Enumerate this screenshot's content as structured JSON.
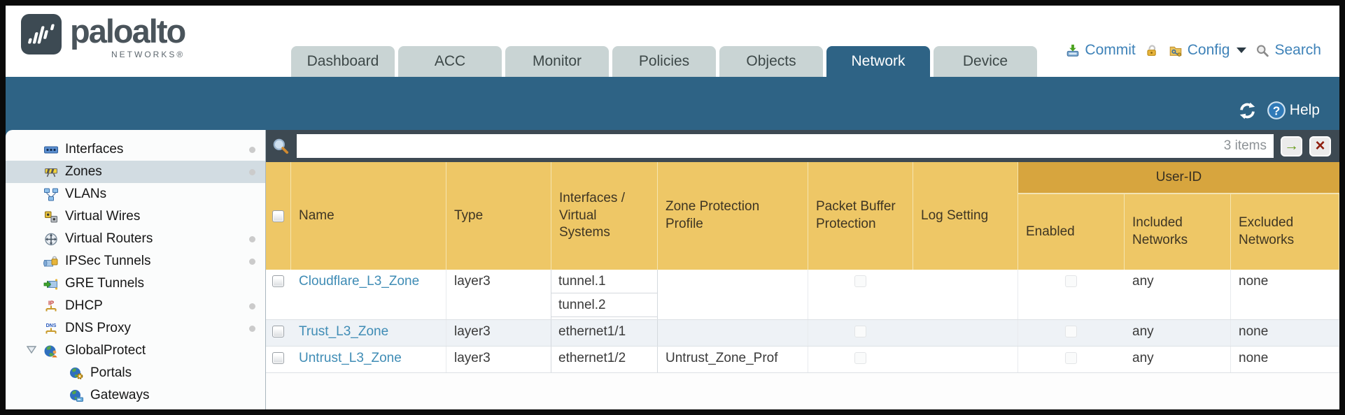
{
  "brand": {
    "logo_text": "paloalto",
    "logo_sub": "NETWORKS®"
  },
  "nav": {
    "tabs": [
      {
        "label": "Dashboard",
        "active": false
      },
      {
        "label": "ACC",
        "active": false
      },
      {
        "label": "Monitor",
        "active": false
      },
      {
        "label": "Policies",
        "active": false
      },
      {
        "label": "Objects",
        "active": false
      },
      {
        "label": "Network",
        "active": true
      },
      {
        "label": "Device",
        "active": false
      }
    ],
    "utilities": {
      "commit": "Commit",
      "config": "Config",
      "search": "Search"
    }
  },
  "band": {
    "help": "Help"
  },
  "filter": {
    "value": "",
    "count": "3 items"
  },
  "sidebar": {
    "items": [
      {
        "label": "Interfaces",
        "icon": "interfaces-icon",
        "dot": true
      },
      {
        "label": "Zones",
        "icon": "zones-icon",
        "dot": true,
        "selected": true
      },
      {
        "label": "VLANs",
        "icon": "vlans-icon"
      },
      {
        "label": "Virtual Wires",
        "icon": "virtual-wires-icon"
      },
      {
        "label": "Virtual Routers",
        "icon": "virtual-routers-icon",
        "dot": true
      },
      {
        "label": "IPSec Tunnels",
        "icon": "ipsec-tunnels-icon",
        "dot": true
      },
      {
        "label": "GRE Tunnels",
        "icon": "gre-tunnels-icon"
      },
      {
        "label": "DHCP",
        "icon": "dhcp-icon",
        "dot": true
      },
      {
        "label": "DNS Proxy",
        "icon": "dns-proxy-icon",
        "dot": true
      },
      {
        "label": "GlobalProtect",
        "icon": "globalprotect-icon",
        "expanded": true
      },
      {
        "label": "Portals",
        "icon": "portals-icon",
        "child": true
      },
      {
        "label": "Gateways",
        "icon": "gateways-icon",
        "child": true
      }
    ]
  },
  "table": {
    "group_header": "User-ID",
    "columns": [
      "Name",
      "Type",
      "Interfaces / Virtual Systems",
      "Zone Protection Profile",
      "Packet Buffer Protection",
      "Log Setting",
      "Enabled",
      "Included Networks",
      "Excluded Networks"
    ],
    "rows": [
      {
        "name": "Cloudflare_L3_Zone",
        "type": "layer3",
        "interfaces": [
          "tunnel.1",
          "tunnel.2"
        ],
        "zone_protection_profile": "",
        "log_setting": "",
        "included_networks": "any",
        "excluded_networks": "none"
      },
      {
        "name": "Trust_L3_Zone",
        "type": "layer3",
        "interfaces": [
          "ethernet1/1"
        ],
        "zone_protection_profile": "",
        "log_setting": "",
        "included_networks": "any",
        "excluded_networks": "none"
      },
      {
        "name": "Untrust_L3_Zone",
        "type": "layer3",
        "interfaces": [
          "ethernet1/2"
        ],
        "zone_protection_profile": "Untrust_Zone_Prof",
        "log_setting": "",
        "included_networks": "any",
        "excluded_networks": "none"
      }
    ]
  },
  "colors": {
    "band_blue": "#2e6385",
    "header_gold": "#eec766",
    "userid_band_gold": "#d7a53e",
    "filter_bar_dark": "#3d4952",
    "link_blue": "#3f8cb5",
    "selected_item_bg": "#d2dce2"
  }
}
